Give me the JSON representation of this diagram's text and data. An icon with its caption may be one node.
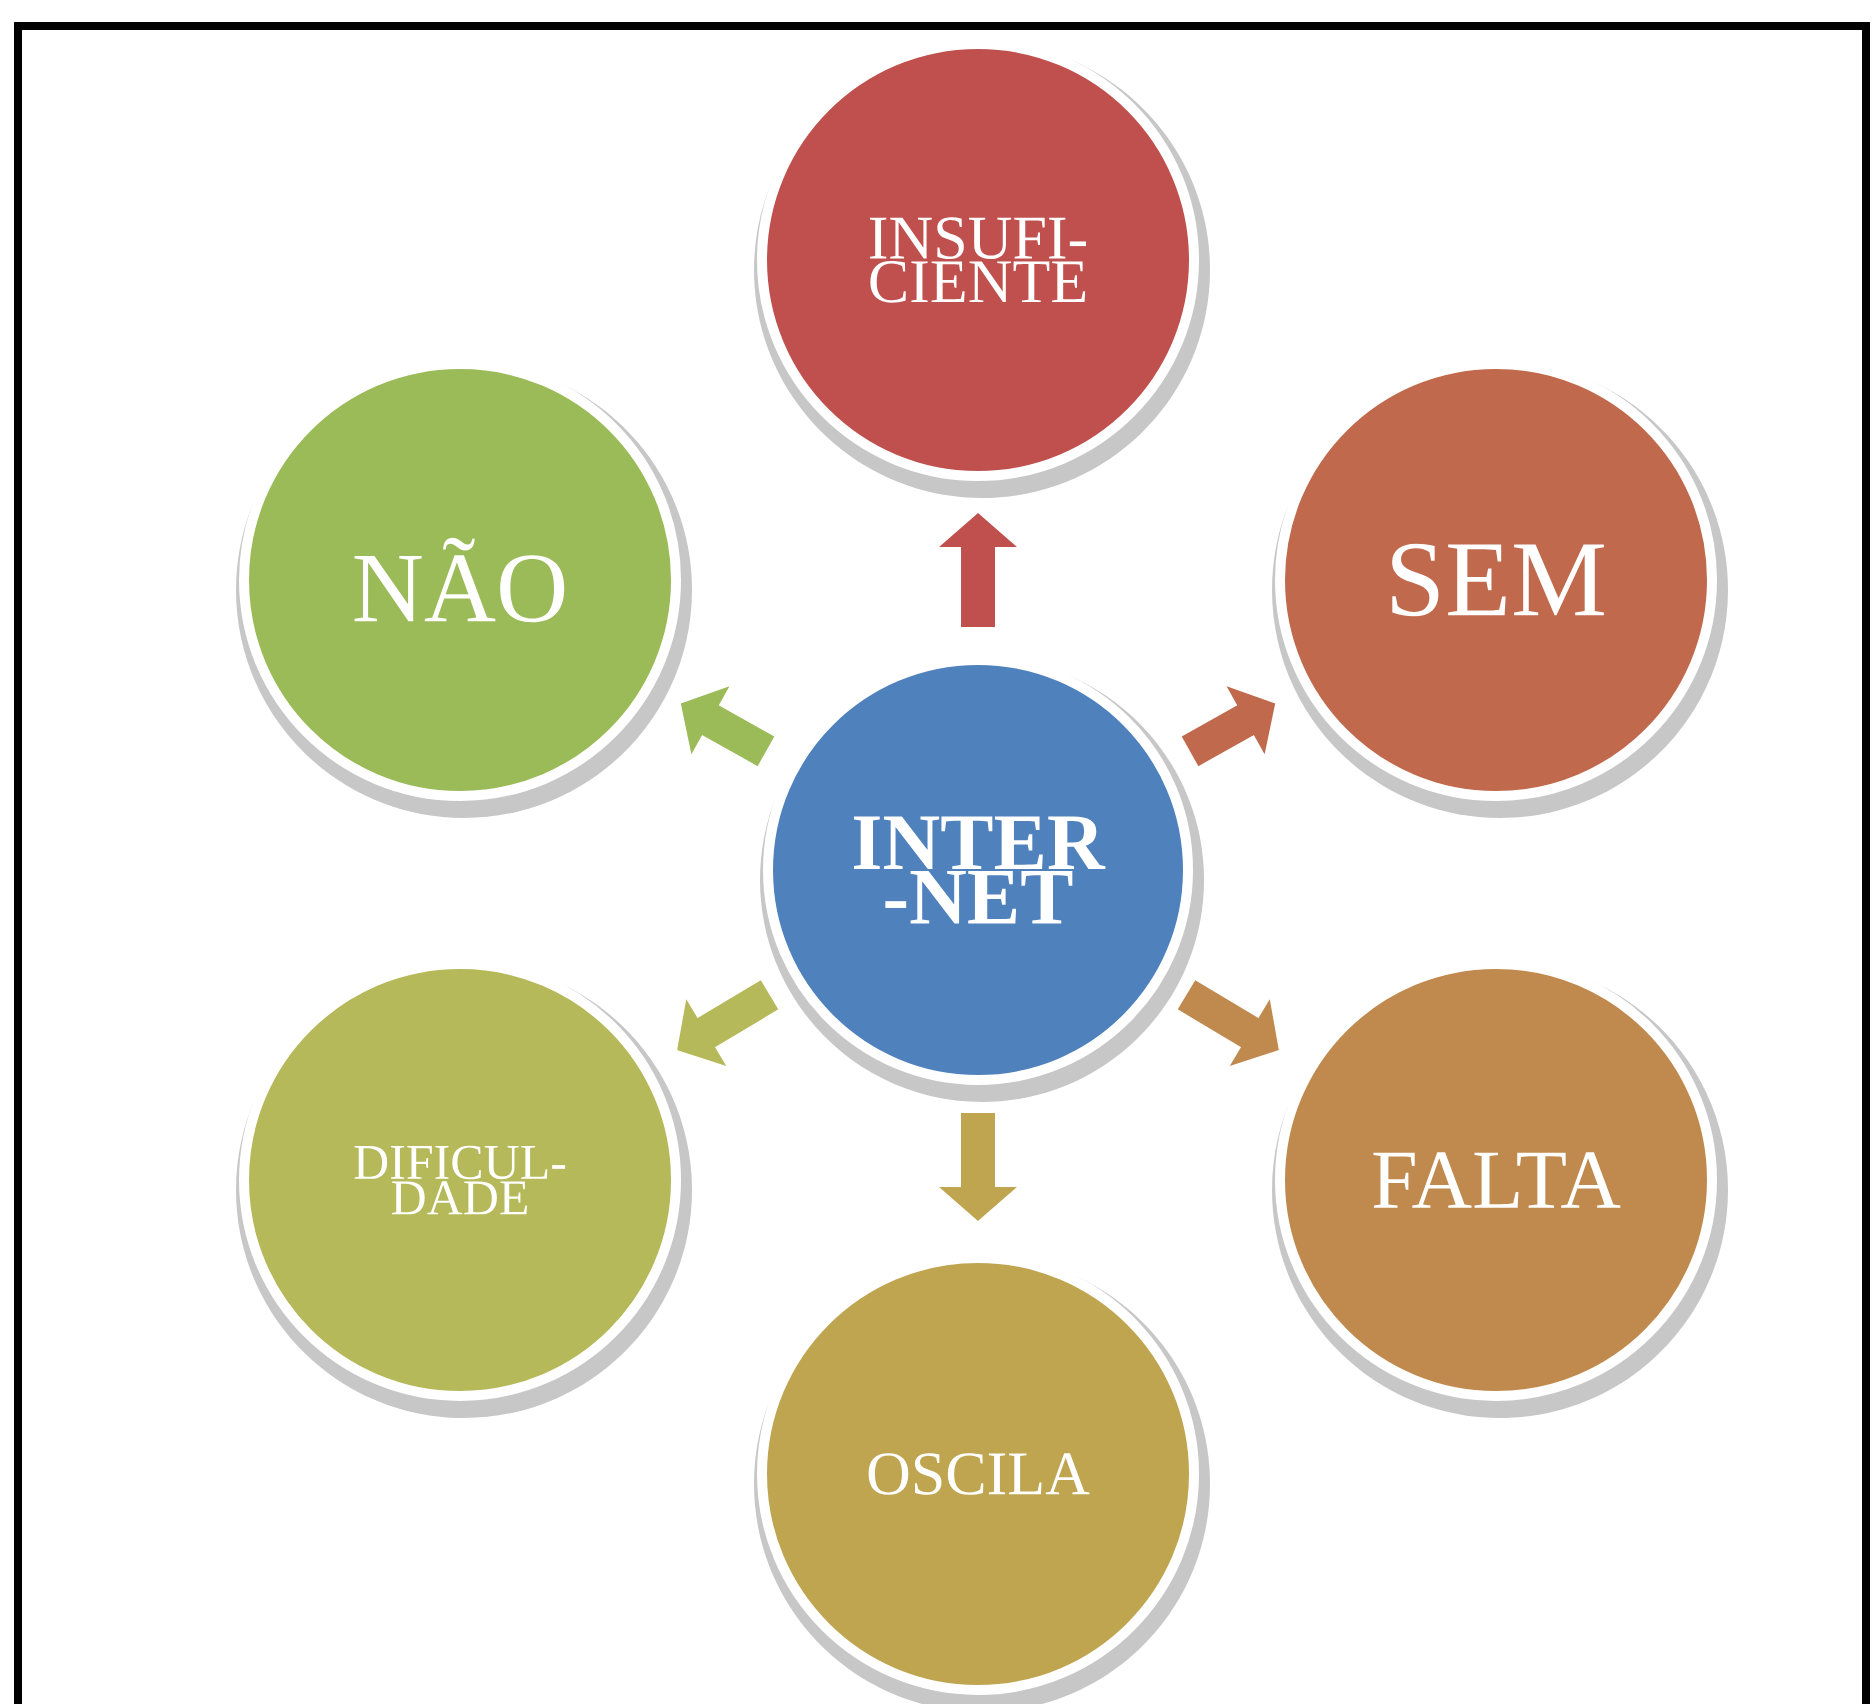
{
  "diagram": {
    "nodes": [
      {
        "text": [
          "INTER -NET"
        ]
      },
      {
        "text": [
          "INSUFI- CIENTE"
        ]
      },
      {
        "text": [
          "SEM"
        ]
      },
      {
        "text": [
          "FALTA"
        ]
      },
      {
        "text": [
          "OSCILA"
        ]
      },
      {
        "text": [
          "DIFICUL- DADE"
        ]
      },
      {
        "text": [
          "NÃO"
        ]
      }
    ],
    "edges": [
      {
        "from": 0,
        "to": 1,
        "arrow": "to",
        "color": "#c0504d"
      },
      {
        "from": 0,
        "to": 2,
        "arrow": "to",
        "color": "#c0694d"
      },
      {
        "from": 0,
        "to": 3,
        "arrow": "to",
        "color": "#c08a4f"
      },
      {
        "from": 0,
        "to": 4,
        "arrow": "to",
        "color": "#bfa550"
      },
      {
        "from": 0,
        "to": 5,
        "arrow": "to",
        "color": "#b5b95a"
      },
      {
        "from": 0,
        "to": 6,
        "arrow": "to",
        "color": "#9bbb59"
      }
    ]
  }
}
